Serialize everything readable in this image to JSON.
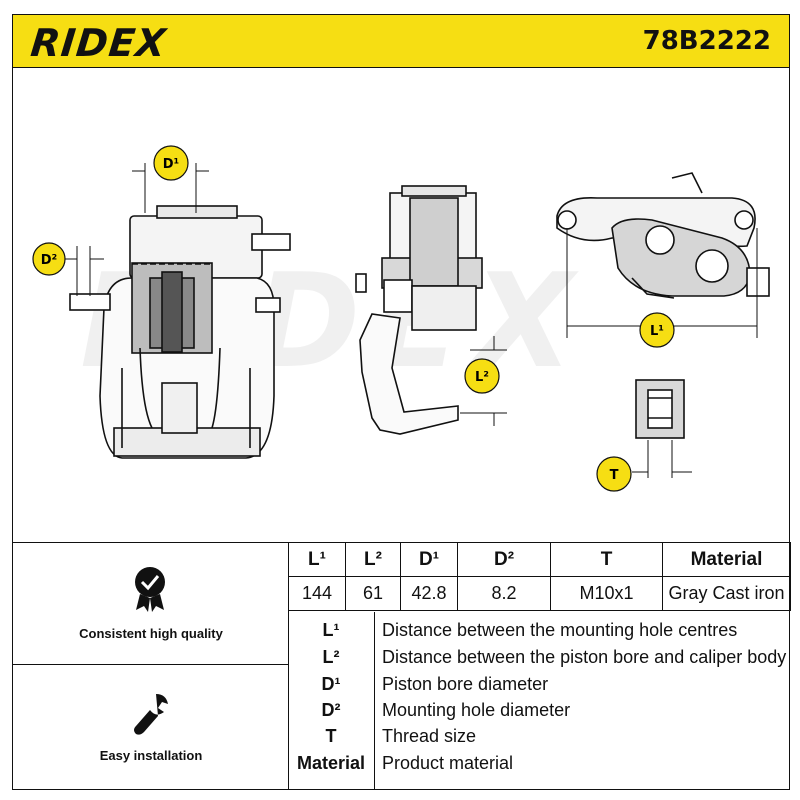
{
  "header": {
    "brand": "RIDEX",
    "part_number": "78B2222",
    "background_color": "#f6de13"
  },
  "drawing": {
    "watermark": "RIDEX",
    "badges": {
      "d1": "D¹",
      "d2": "D²",
      "l1": "L¹",
      "l2": "L²",
      "t": "T"
    }
  },
  "features": [
    {
      "icon": "quality-check-icon",
      "label": "Consistent high quality"
    },
    {
      "icon": "wrench-icon",
      "label": "Easy installation"
    }
  ],
  "spec_table": {
    "headers": [
      "L¹",
      "L²",
      "D¹",
      "D²",
      "T",
      "Material"
    ],
    "values": [
      "144",
      "61",
      "42.8",
      "8.2",
      "M10x1",
      "Gray Cast iron"
    ]
  },
  "legend": [
    {
      "key": "L¹",
      "description": "Distance between the mounting hole centres"
    },
    {
      "key": "L²",
      "description": "Distance between the piston bore and caliper body"
    },
    {
      "key": "D¹",
      "description": "Piston bore diameter"
    },
    {
      "key": "D²",
      "description": "Mounting hole diameter"
    },
    {
      "key": "T",
      "description": "Thread size"
    },
    {
      "key": "Material",
      "description": "Product material"
    }
  ]
}
